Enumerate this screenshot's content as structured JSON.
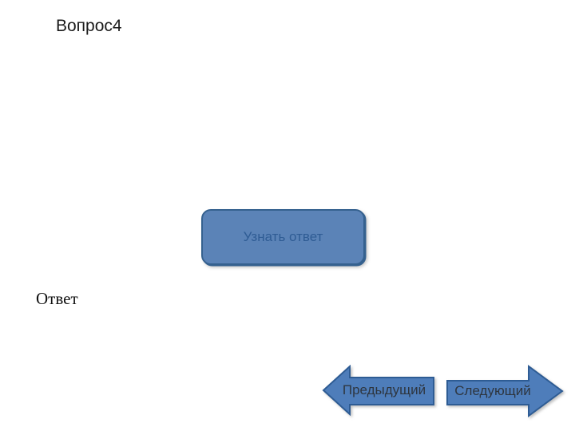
{
  "slide": {
    "title": "Вопрос4",
    "answer_label": "Ответ"
  },
  "buttons": {
    "reveal_answer": "Узнать ответ",
    "previous": "Предыдущий",
    "next": "Следующий"
  },
  "colors": {
    "background": "#FFFFFF",
    "button_fill": "#5B83B7",
    "arrow_fill": "#4E7DBA",
    "shape_border": "#2E5C94",
    "button_border": "#35618F",
    "button_text": "#2F5C94",
    "arrow_text": "#2E3640",
    "title_text": "#1A1A1A"
  }
}
